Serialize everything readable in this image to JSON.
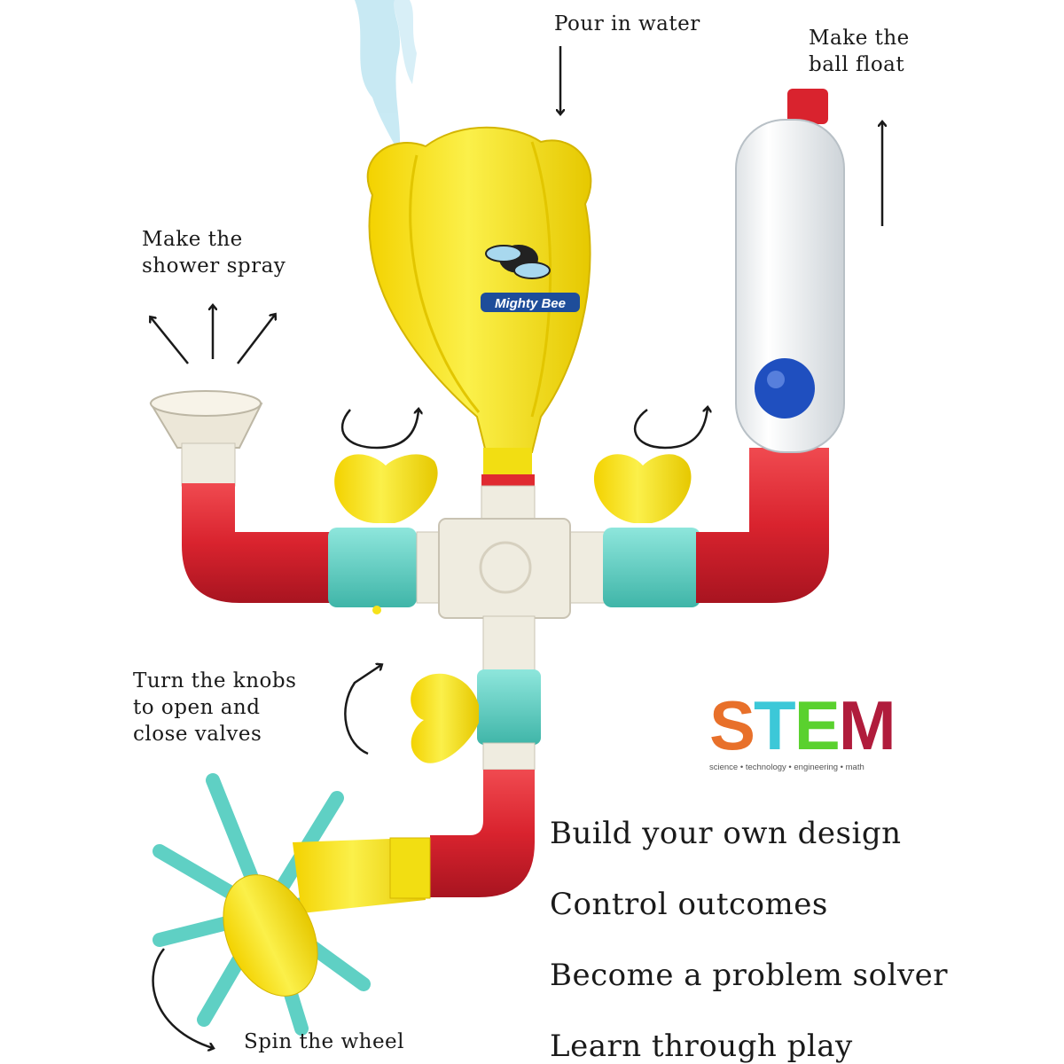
{
  "callouts": {
    "pour": "Pour in water",
    "float_1": "Make the",
    "float_2": "ball float",
    "shower_1": "Make the",
    "shower_2": "shower spray",
    "knobs_1": "Turn the knobs",
    "knobs_2": "to open and",
    "knobs_3": "close valves",
    "wheel": "Spin the wheel"
  },
  "benefits": [
    "Build your own design",
    "Control outcomes",
    "Become a problem solver",
    "Learn through play"
  ],
  "logo": {
    "brand": "Mighty Bee"
  },
  "stem": {
    "letters": [
      "S",
      "T",
      "E",
      "M"
    ],
    "letter_colors": [
      "#e8702a",
      "#3cc8d8",
      "#5ad12e",
      "#b01c3c"
    ],
    "tagline": "science • technology • engineering • math"
  },
  "colors": {
    "red": "#d9232e",
    "yellow": "#f6e21a",
    "teal": "#5fd0c4",
    "white_part": "#efece0",
    "water": "#bfe6f2",
    "ball": "#1f4fbf"
  }
}
